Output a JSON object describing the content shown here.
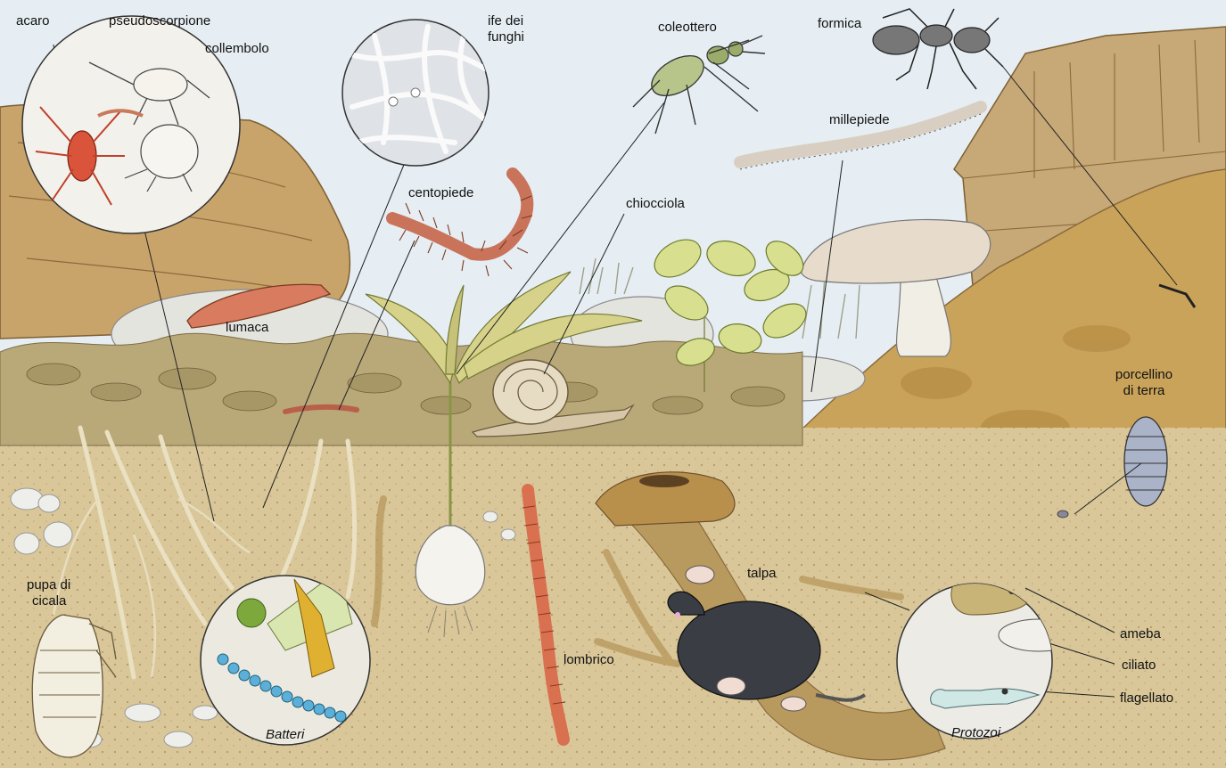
{
  "labels": {
    "acaro": "acaro",
    "pseudoscorpione": "pseudoscorpione",
    "collembolo": "collembolo",
    "ife_line1": "ife dei",
    "ife_line2": "funghi",
    "coleottero": "coleottero",
    "formica": "formica",
    "millepiede": "millepiede",
    "centopiede": "centopiede",
    "chiocciola": "chiocciola",
    "lumaca": "lumaca",
    "porcellino_line1": "porcellino",
    "porcellino_line2": "di terra",
    "pupa_line1": "pupa di",
    "pupa_line2": "cicala",
    "talpa": "talpa",
    "lombrico": "lombrico",
    "ameba": "ameba",
    "ciliato": "ciliato",
    "flagellato": "flagellato",
    "batteri": "Batteri",
    "protozoi": "Protozoi"
  },
  "colors": {
    "sky": "#e6eef3",
    "soil": "#d9c79a",
    "soil_dark": "#b89a5e",
    "litter": "#b9a878",
    "hill": "#caa35a",
    "inset_fill": "#f3f1ec",
    "earthworm": "#d9704f",
    "mole": "#3a3d44"
  }
}
